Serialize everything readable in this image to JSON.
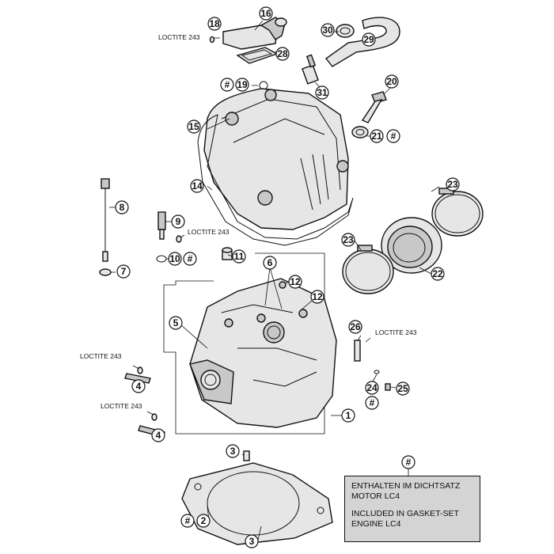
{
  "labels": {
    "loctite_top": "LOCTITE 243",
    "loctite_9": "LOCTITE 243",
    "loctite_26": "LOCTITE 243",
    "loctite_4a": "LOCTITE 243",
    "loctite_4b": "LOCTITE 243"
  },
  "callouts": {
    "c18": "18",
    "c16": "16",
    "c30": "30",
    "c29": "29",
    "c28": "28",
    "c19": "19",
    "c20": "20",
    "c31": "31",
    "c15": "15",
    "c21": "21",
    "c14": "14",
    "c23a": "23",
    "c8": "8",
    "c9": "9",
    "c23b": "23",
    "c22": "22",
    "c7": "7",
    "c10": "10",
    "c11": "11",
    "c6": "6",
    "c12a": "12",
    "c12b": "12",
    "c5": "5",
    "c26": "26",
    "c4a": "4",
    "c24": "24",
    "c25": "25",
    "c1": "1",
    "c4b": "4",
    "c3a": "3",
    "c2": "2",
    "c3b": "3",
    "hash": "#"
  },
  "legend": {
    "line1": "ENTHALTEN IM DICHTSATZ",
    "line2": "MOTOR LC4",
    "line3": "INCLUDED IN GASKET-SET",
    "line4": "ENGINE LC4"
  }
}
